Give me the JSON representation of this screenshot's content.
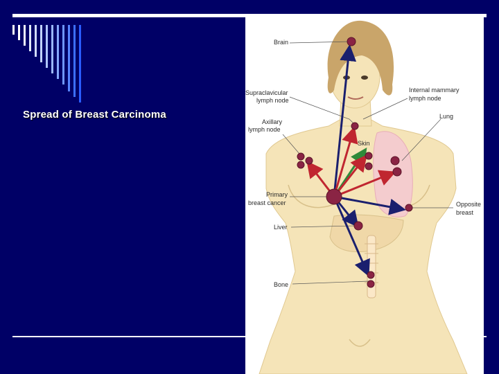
{
  "slide": {
    "title": "Spread of Breast Carcinoma"
  },
  "diagram": {
    "labels": {
      "brain": "Brain",
      "supraclavicular_1": "Supraclavicular",
      "supraclavicular_2": "lymph node",
      "internal_mammary_1": "Internal mammary",
      "internal_mammary_2": "lymph node",
      "axillary_1": "Axillary",
      "axillary_2": "lymph node",
      "lung": "Lung",
      "skin": "Skin",
      "primary_1": "Primary",
      "primary_2": "breast cancer",
      "opposite_1": "Opposite",
      "opposite_2": "breast",
      "liver": "Liver",
      "bone": "Bone"
    }
  },
  "colors": {
    "background": "#000066",
    "skin_tone": "#f5e4b8",
    "hair": "#c9a56a",
    "lesion": "#8a2444",
    "arrow_navy": "#1a1f6e",
    "arrow_red": "#c02630",
    "arrow_green": "#2e8a3a",
    "lung": "#f4c4d6"
  }
}
